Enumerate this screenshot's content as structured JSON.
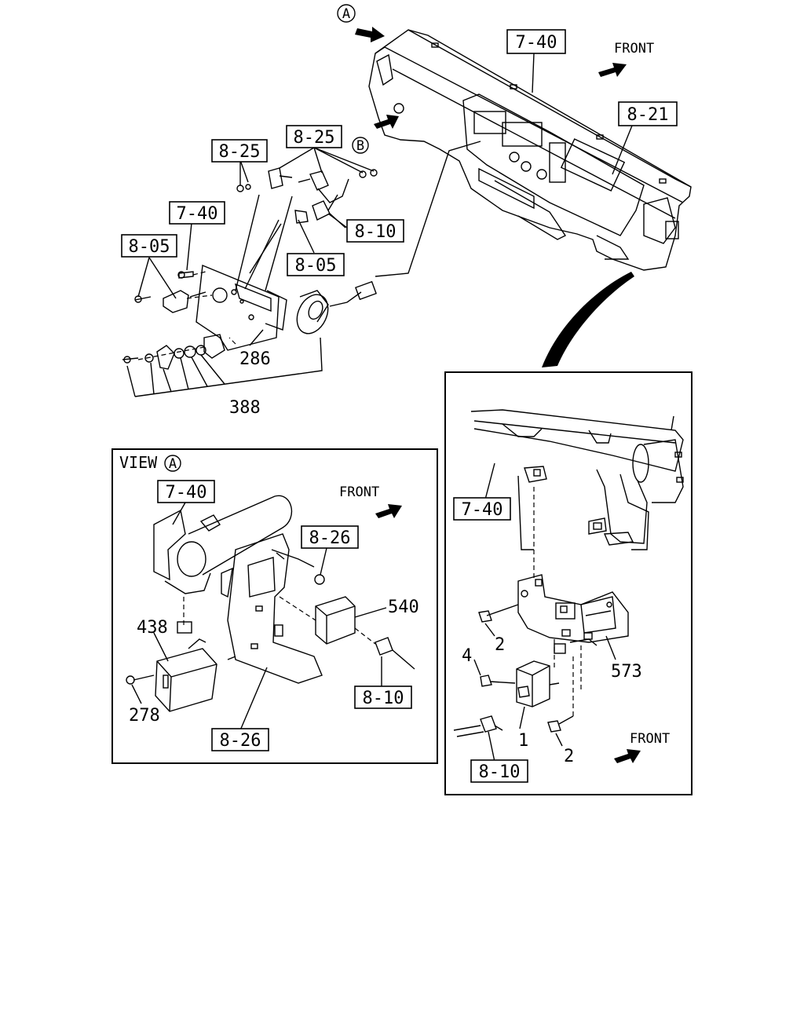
{
  "callouts": {
    "ref_7_40_top": "7-40",
    "ref_8_21": "8-21",
    "ref_8_25_left": "8-25",
    "ref_8_25_right": "8-25",
    "ref_7_40_left": "7-40",
    "ref_8_05_left": "8-05",
    "ref_8_10_top": "8-10",
    "ref_8_05_right": "8-05",
    "ref_7_40_viewa": "7-40",
    "ref_8_26_viewa_top": "8-26",
    "ref_8_10_viewa": "8-10",
    "ref_8_26_viewa_bottom": "8-26",
    "ref_7_40_detail": "7-40",
    "ref_8_10_detail": "8-10"
  },
  "part_numbers": {
    "p286": "286",
    "p388": "388",
    "p540": "540",
    "p438": "438",
    "p278": "278",
    "p2a": "2",
    "p2b": "2",
    "p4": "4",
    "p1": "1",
    "p573": "573"
  },
  "labels": {
    "front_top": "FRONT",
    "front_viewa": "FRONT",
    "front_detail": "FRONT",
    "view_a_prefix": "VIEW",
    "view_a_letter": "A",
    "marker_a": "A",
    "marker_b": "B"
  }
}
